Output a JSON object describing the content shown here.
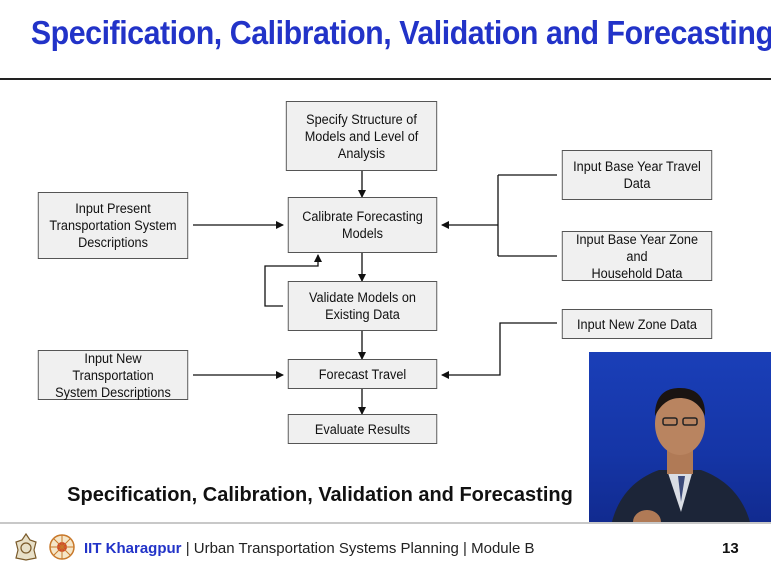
{
  "slide": {
    "title": "Specification, Calibration, Validation and Forecasting",
    "subtitle": "Specification, Calibration, Validation and Forecasting"
  },
  "diagram": {
    "specify": [
      "Specify Structure of",
      "Models and Level of",
      "Analysis"
    ],
    "calibrate": [
      "Calibrate Forecasting",
      "Models"
    ],
    "validate": [
      "Validate Models on",
      "Existing Data"
    ],
    "forecast": [
      "Forecast Travel"
    ],
    "evaluate": [
      "Evaluate Results"
    ],
    "input_present": [
      "Input Present",
      "Transportation System",
      "Descriptions"
    ],
    "input_new_system": [
      "Input New Transportation",
      "System Descriptions"
    ],
    "input_base_travel": [
      "Input Base Year Travel",
      "Data"
    ],
    "input_base_zone": [
      "Input Base Year Zone and",
      "Household Data"
    ],
    "input_new_zone": [
      "Input New Zone Data"
    ]
  },
  "footer": {
    "institute": "IIT Kharagpur",
    "course": "| Urban Transportation Systems Planning | Module B",
    "page": "13"
  },
  "colors": {
    "title": "#2233c8",
    "box_fill": "#f0f0f0",
    "video_bg": "#1535a6"
  }
}
